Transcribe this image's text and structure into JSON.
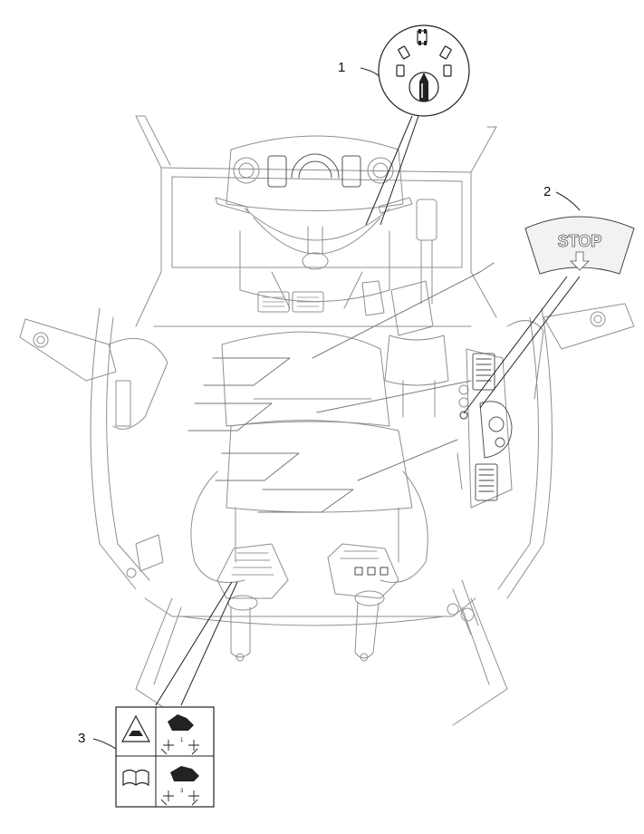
{
  "callouts": [
    {
      "number": "1",
      "part": "drive-mode-selector"
    },
    {
      "number": "2",
      "part": "stop-decal"
    },
    {
      "number": "3",
      "part": "joystick-pattern-decal"
    }
  ],
  "stop_decal": {
    "text": "STOP",
    "icon": "arrow-down-icon"
  },
  "joystick_decal": {
    "pattern_a": "1",
    "pattern_b": "3"
  },
  "colors": {
    "line": "#8a8a8a",
    "dark_line": "#222222",
    "fill": "#ffffff"
  }
}
